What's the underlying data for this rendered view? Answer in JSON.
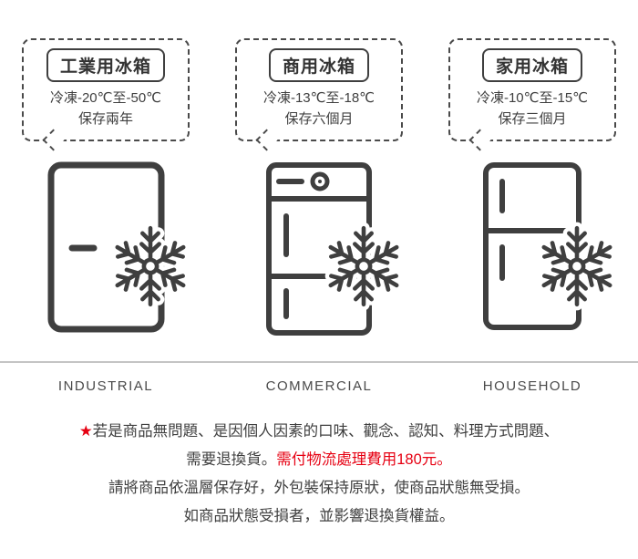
{
  "columns": [
    {
      "title": "工業用冰箱",
      "line1": "冷凍-20℃至-50℃",
      "line2": "保存兩年",
      "label": "INDUSTRIAL",
      "icon": "industrial-fridge-icon"
    },
    {
      "title": "商用冰箱",
      "line1": "冷凍-13℃至-18℃",
      "line2": "保存六個月",
      "label": "COMMERCIAL",
      "icon": "commercial-fridge-icon"
    },
    {
      "title": "家用冰箱",
      "line1": "冷凍-10℃至-15℃",
      "line2": "保存三個月",
      "label": "HOUSEHOLD",
      "icon": "household-fridge-icon"
    }
  ],
  "notes": {
    "line1_star": "★",
    "line1_text": "若是商品無問題、是因個人因素的口味、觀念、認知、料理方式問題、",
    "line2_dark": "需要退換貨。",
    "line2_red": "需付物流處理費用180元。",
    "line3": "請將商品依溫層保存好，外包裝保持原狀，使商品狀態無受損。",
    "line4": "如商品狀態受損者，並影響退換貨權益。"
  },
  "colors": {
    "accent_red": "#e60012",
    "ink": "#3f3f3f",
    "divider": "#c4c4c4"
  }
}
